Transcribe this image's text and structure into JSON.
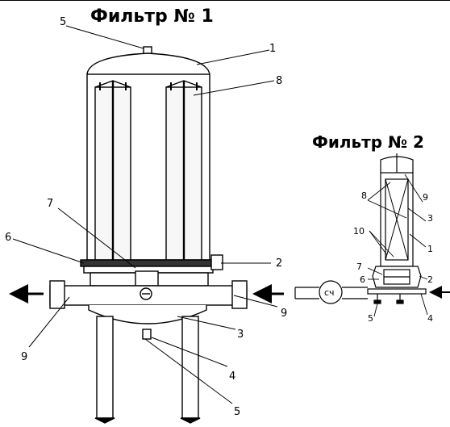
{
  "filter1": {
    "title": "Фильтр № 1",
    "labels": [
      "1",
      "2",
      "3",
      "4",
      "5",
      "5",
      "6",
      "7",
      "8",
      "9",
      "9"
    ]
  },
  "filter2": {
    "title": "Фильтр № 2",
    "labels": [
      "1",
      "2",
      "3",
      "4",
      "5",
      "6",
      "7",
      "8",
      "9",
      "10"
    ],
    "meter_label": "сч"
  }
}
